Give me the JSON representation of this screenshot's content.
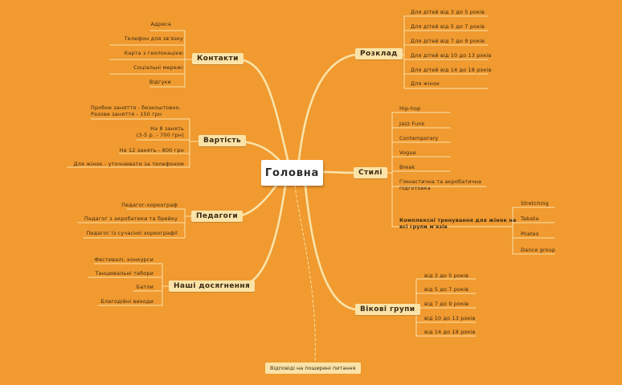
{
  "central": "Головна",
  "branches": {
    "contacts": {
      "label": "Контакти",
      "items": [
        "Адреса",
        "Телефон для зв'язку",
        "Карта з геолокацією",
        "Соціальні мережі",
        "Відгуки"
      ]
    },
    "price": {
      "label": "Вартість",
      "items": [
        "Пробне заняття - безкоштовно.\nРазове заняття - 150 грн",
        "На 8 занять\n(3-5 р. - 700 грн)",
        "На 12 занять - 800 грн",
        "Для жінок - уточнювати за телефоном"
      ]
    },
    "teachers": {
      "label": "Педагоги",
      "items": [
        "Педагог-хореограф",
        "Педагог з акробатики та брейку",
        "Педагог із сучасної хореографії"
      ]
    },
    "achievements": {
      "label": "Наші досягнення",
      "items": [
        "Фестивалі, конкурси",
        "Танцювальні табори",
        "Батли",
        "Благодійні виходи"
      ]
    },
    "schedule": {
      "label": "Розклад",
      "items": [
        "Для дітей від 3 до 5 років",
        "Для дітей від 5 до 7 років",
        "Для дітей від 7 до 9 років",
        "Для дітей від 10 до 13 років",
        "Для дітей від 14 до 18 років",
        "Для жінок"
      ]
    },
    "styles": {
      "label": "Стилі",
      "items": [
        "Hip-hop",
        "Jazz Funk",
        "Contemporary",
        "Vogue",
        "Break",
        "Гімнастична та акробатична\nпідготовка",
        "Комплексні тренування для жінок на\nвсі групи м'язів"
      ],
      "sub_items": [
        "Stretching",
        "Tabata",
        "Pilates",
        "Dance group"
      ]
    },
    "ages": {
      "label": "Вікові групи",
      "items": [
        "від 3 до 5 років",
        "від 5 до 7 років",
        "від 7 до 9 років",
        "від 10 до 13 років",
        "від 14 до 18 років"
      ]
    }
  },
  "floating": "Відповіді на поширені питання",
  "colors": {
    "background": "#F09A30",
    "branch_fill": "#FBE3A8",
    "line": "#FBE3A8",
    "central_fill": "#FFFFFF"
  }
}
